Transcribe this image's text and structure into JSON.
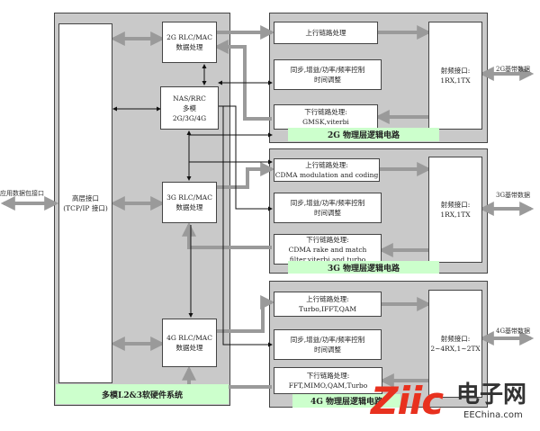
{
  "software": {
    "title": "多模L2&3软硬件系统",
    "hl": "高层接口\n(TCP/IP 接口)",
    "rlc2g": "2G RLC/MAC\n数据处理",
    "nas": "NAS/RRC\n多模\n2G/3G/4G",
    "rlc3g": "3G RLC/MAC\n数据处理",
    "rlc4g": "4G RLC/MAC\n数据处理"
  },
  "phy2g": {
    "title": "2G 物理层逻辑电路",
    "ul": "上行链路处理",
    "sync": "同步,增益/功率/频率控制\n时间调整",
    "dl": "下行链路处理:\nGMSK,viterbi",
    "rf": "射频接口:\n1RX,1TX"
  },
  "phy3g": {
    "title": "3G 物理层逻辑电路",
    "ul": "上行链路处理:\nCDMA modulation and coding",
    "sync": "同步,增益/功率/频率控制\n时间调整",
    "dl": "下行链路处理:\nCDMA rake and match\nfilter,viterbi and turbo",
    "rf": "射频接口:\n1RX,1TX"
  },
  "phy4g": {
    "title": "4G 物理层逻辑电路",
    "ul": "上行链路处理:\nTurbo,IFFT,QAM",
    "sync": "同步,增益/功率/频率控制\n时间调整",
    "dl": "下行链路处理:\nFFT,MIMO,QAM,Turbo",
    "rf": "射频接口:\n2~4RX,1~2TX"
  },
  "external": {
    "app": "应用数据包接口",
    "bb2g": "2G基带数据",
    "bb3g": "3G基带数据",
    "bb4g": "4G基带数据"
  },
  "watermark": {
    "logo": "Ziic",
    "cn": "电子网",
    "url": "EEChina.com"
  },
  "colors": {
    "panel": "#c9c9c9",
    "label_bg": "#ccffcc",
    "arrow": "#999999",
    "logo_red": "#e8311f"
  }
}
